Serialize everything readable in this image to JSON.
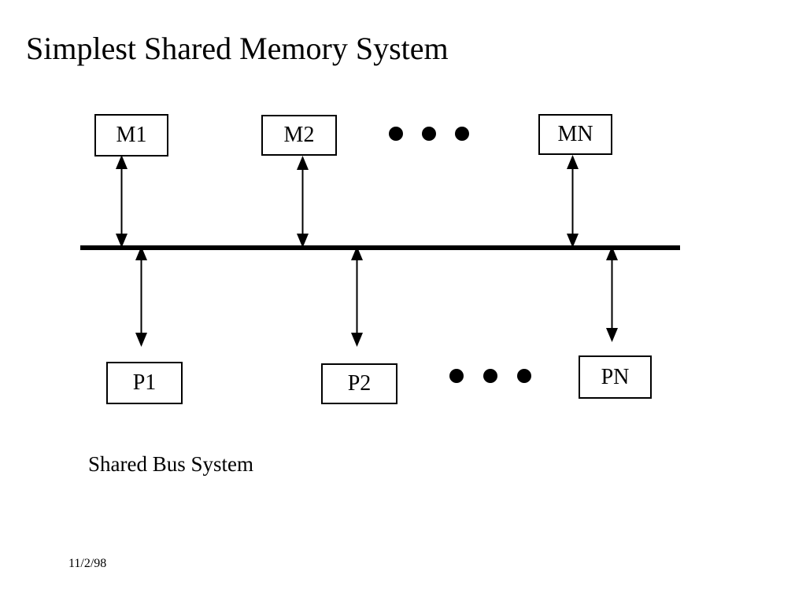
{
  "slide": {
    "title": "Simplest Shared Memory System",
    "caption": "Shared Bus System",
    "date": "11/2/98",
    "background_color": "#ffffff",
    "ink_color": "#000000"
  },
  "memory_modules": [
    {
      "label": "M1",
      "name": "memory-module-m1"
    },
    {
      "label": "M2",
      "name": "memory-module-m2"
    },
    {
      "label": "MN",
      "name": "memory-module-mn"
    }
  ],
  "processors": [
    {
      "label": "P1",
      "name": "processor-p1"
    },
    {
      "label": "P2",
      "name": "processor-p2"
    },
    {
      "label": "PN",
      "name": "processor-pn"
    }
  ],
  "ellipses": {
    "top_dot_count": 3,
    "bottom_dot_count": 3
  },
  "bus": {
    "name": "shared-bus",
    "label": "Shared Bus System"
  },
  "connectors": [
    {
      "from": "M1",
      "to": "bus",
      "style": "double-arrow"
    },
    {
      "from": "M2",
      "to": "bus",
      "style": "double-arrow"
    },
    {
      "from": "MN",
      "to": "bus",
      "style": "double-arrow"
    },
    {
      "from": "bus",
      "to": "P1",
      "style": "double-arrow"
    },
    {
      "from": "bus",
      "to": "P2",
      "style": "double-arrow"
    },
    {
      "from": "bus",
      "to": "PN",
      "style": "double-arrow"
    }
  ]
}
